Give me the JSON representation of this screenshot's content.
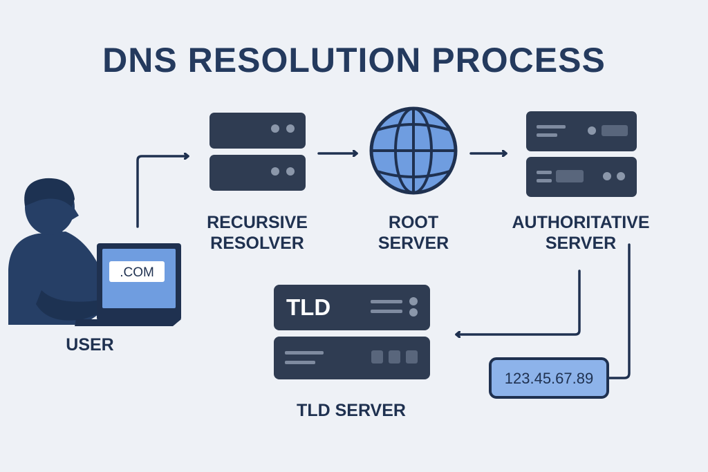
{
  "title": "DNS RESOLUTION PROCESS",
  "user": {
    "label": "USER",
    "screen_text": ".COM"
  },
  "recursive_resolver": {
    "line1": "RECURSIVE",
    "line2": "RESOLVER"
  },
  "root_server": {
    "line1": "ROOT",
    "line2": "SERVER"
  },
  "authoritative_server": {
    "line1": "AUTHORITATIVE",
    "line2": "SERVER"
  },
  "tld_server": {
    "badge": "TLD",
    "label": "TLD SERVER"
  },
  "ip_result": "123.45.67.89",
  "colors": {
    "background": "#eef1f6",
    "server_dark": "#2f3c52",
    "navy": "#1f3150",
    "accent_blue": "#6f9de0"
  }
}
